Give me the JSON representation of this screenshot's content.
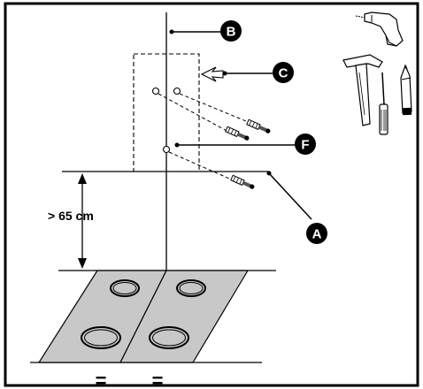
{
  "labels": {
    "a": "A",
    "b": "B",
    "c": "C",
    "f": "F"
  },
  "dimension": {
    "text": "> 65 cm"
  },
  "equal_signs": [
    "=",
    "="
  ],
  "tools": [
    "drill-icon",
    "hammer-icon",
    "screwdriver-icon",
    "pencil-icon"
  ],
  "colors": {
    "line": "#000000",
    "hob_fill": "#c8c8c8",
    "badge": "#000000"
  }
}
